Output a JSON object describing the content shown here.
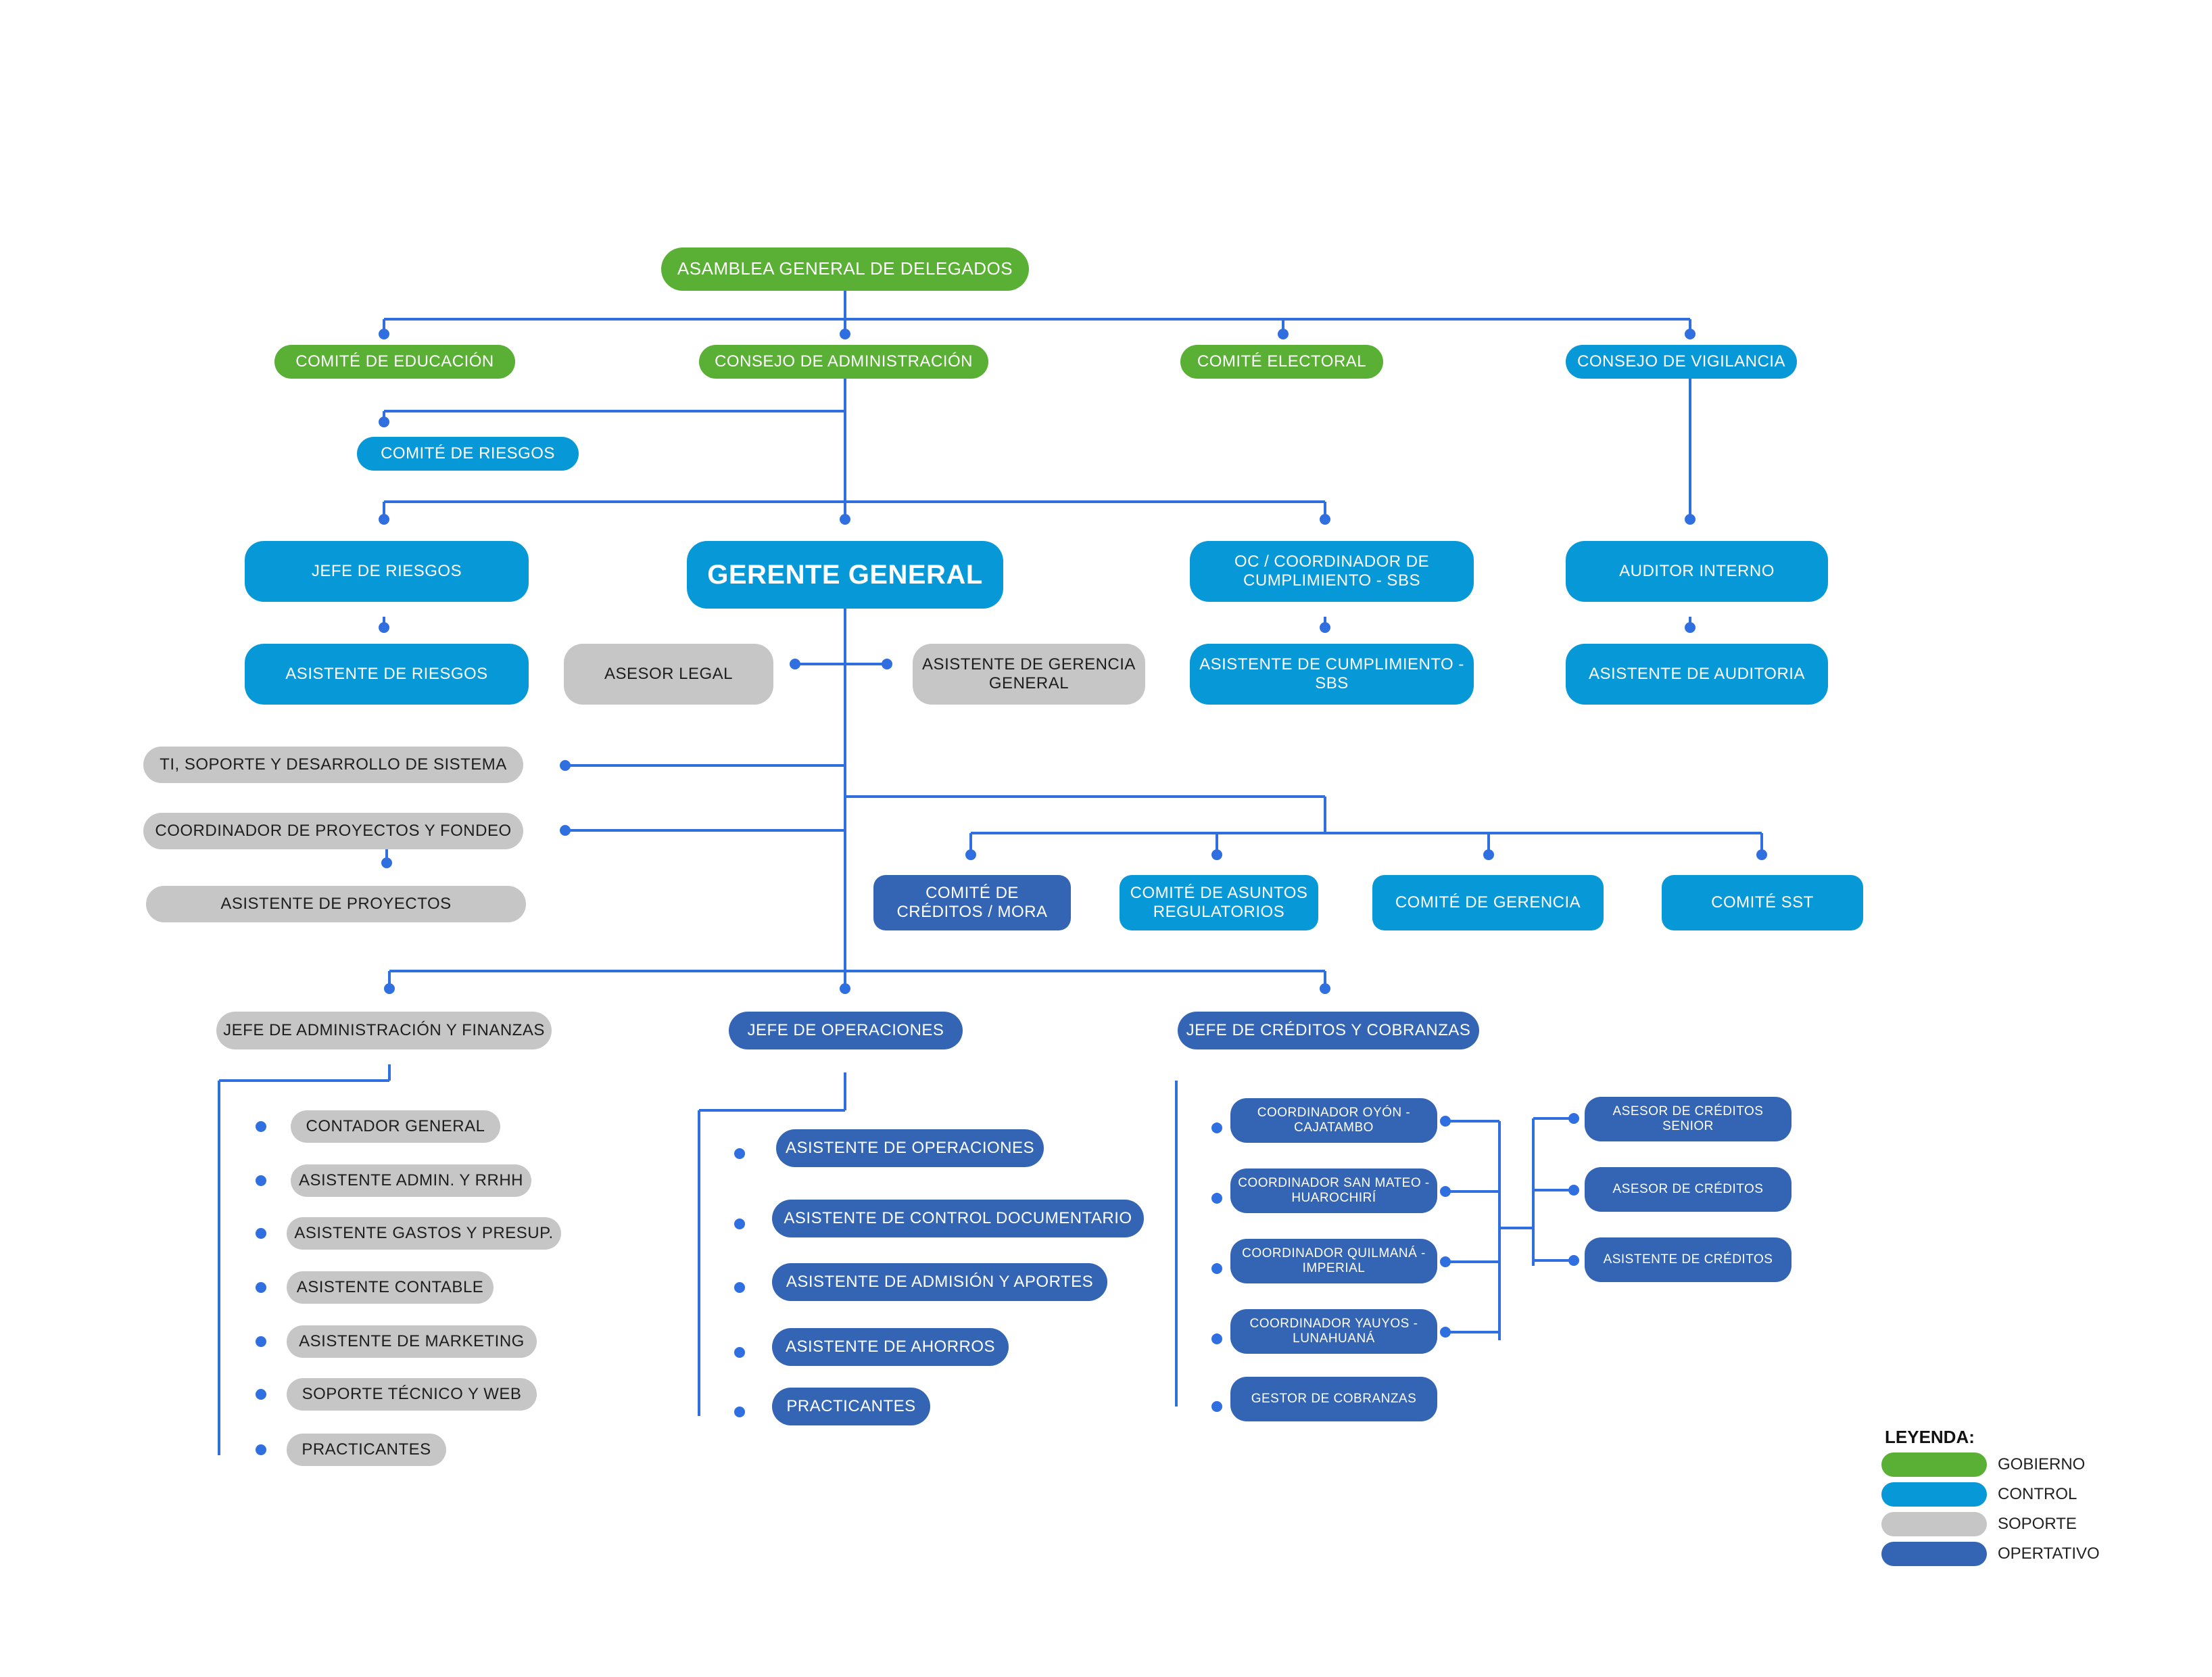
{
  "colors": {
    "gobierno": "#5aaf35",
    "control": "#0798d8",
    "soporte": "#c6c6c6",
    "operativo": "#3465b4",
    "connector": "#2f6fe0"
  },
  "nodes": {
    "asamblea": "ASAMBLEA GENERAL DE DELEGADOS",
    "comite_educacion": "COMITÉ DE EDUCACIÓN",
    "consejo_administracion": "CONSEJO DE ADMINISTRACIÓN",
    "comite_electoral": "COMITÉ ELECTORAL",
    "consejo_vigilancia": "CONSEJO DE VIGILANCIA",
    "comite_riesgos": "COMITÉ DE RIESGOS",
    "jefe_riesgos": "JEFE DE RIESGOS",
    "gerente_general": "GERENTE GENERAL",
    "oc_coordinador": "OC / COORDINADOR DE CUMPLIMIENTO - SBS",
    "auditor_interno": "AUDITOR INTERNO",
    "asistente_riesgos": "ASISTENTE DE RIESGOS",
    "asesor_legal": "ASESOR LEGAL",
    "asistente_gerencia": "ASISTENTE DE GERENCIA GENERAL",
    "asistente_cumplimiento": "ASISTENTE DE CUMPLIMIENTO - SBS",
    "asistente_auditoria": "ASISTENTE DE AUDITORIA",
    "ti_soporte": "TI, SOPORTE Y DESARROLLO DE SISTEMA",
    "coordinador_proyectos": "COORDINADOR DE PROYECTOS Y FONDEO",
    "asistente_proyectos": "ASISTENTE DE PROYECTOS",
    "comite_creditos_mora": "COMITÉ DE CRÉDITOS / MORA",
    "comite_asuntos": "COMITÉ DE ASUNTOS REGULATORIOS",
    "comite_gerencia": "COMITÉ DE GERENCIA",
    "comite_sst": "COMITÉ SST",
    "jefe_admin_finanzas": "JEFE DE ADMINISTRACIÓN Y FINANZAS",
    "jefe_operaciones": "JEFE DE OPERACIONES",
    "jefe_creditos": "JEFE DE CRÉDITOS Y COBRANZAS",
    "contador_general": "CONTADOR GENERAL",
    "asistente_admin_rrhh": "ASISTENTE ADMIN. Y RRHH",
    "asistente_gastos": "ASISTENTE GASTOS Y PRESUP.",
    "asistente_contable": "ASISTENTE CONTABLE",
    "asistente_marketing": "ASISTENTE DE MARKETING",
    "soporte_tecnico": "SOPORTE TÉCNICO Y WEB",
    "practicantes_admin": "PRACTICANTES",
    "asistente_operaciones": "ASISTENTE DE OPERACIONES",
    "asistente_control_doc": "ASISTENTE DE CONTROL DOCUMENTARIO",
    "asistente_admision": "ASISTENTE DE ADMISIÓN Y APORTES",
    "asistente_ahorros": "ASISTENTE DE AHORROS",
    "practicantes_oper": "PRACTICANTES",
    "coord_oyon": "COORDINADOR OYÓN - CAJATAMBO",
    "coord_san_mateo": "COORDINADOR SAN MATEO - HUAROCHIRÍ",
    "coord_quilmana": "COORDINADOR QUILMANÁ - IMPERIAL",
    "coord_yauyos": "COORDINADOR YAUYOS - LUNAHUANÁ",
    "gestor_cobranzas": "GESTOR DE COBRANZAS",
    "asesor_senior": "ASESOR DE CRÉDITOS SENIOR",
    "asesor_creditos": "ASESOR DE CRÉDITOS",
    "asistente_creditos": "ASISTENTE DE CRÉDITOS"
  },
  "legend": {
    "title": "LEYENDA:",
    "items": [
      {
        "label": "GOBIERNO",
        "color": "#5aaf35"
      },
      {
        "label": "CONTROL",
        "color": "#0798d8"
      },
      {
        "label": "SOPORTE",
        "color": "#c6c6c6"
      },
      {
        "label": "OPERTATIVO",
        "color": "#3465b4"
      }
    ]
  }
}
